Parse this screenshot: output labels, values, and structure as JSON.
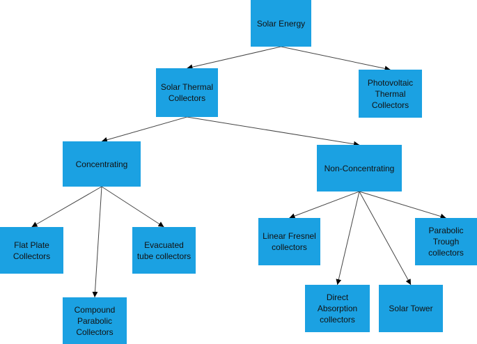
{
  "nodes": {
    "solar_energy": "Solar Energy",
    "solar_thermal": "Solar Thermal\nCollectors",
    "photovoltaic_thermal": "Photovoltaic\nThermal\nCollectors",
    "concentrating": "Concentrating",
    "non_concentrating": "Non-Concentrating",
    "flat_plate": "Flat Plate\nCollectors",
    "evacuated_tube": "Evacuated\ntube collectors",
    "compound_parabolic": "Compound\nParabolic\nCollectors",
    "linear_fresnel": "Linear Fresnel\ncollectors",
    "parabolic_trough": "Parabolic\nTrough\ncollectors",
    "direct_absorption": "Direct\nAbsorption\ncollectors",
    "solar_tower": "Solar Tower"
  },
  "edges": [
    [
      "solar_energy",
      "solar_thermal"
    ],
    [
      "solar_energy",
      "photovoltaic_thermal"
    ],
    [
      "solar_thermal",
      "concentrating"
    ],
    [
      "solar_thermal",
      "non_concentrating"
    ],
    [
      "concentrating",
      "flat_plate"
    ],
    [
      "concentrating",
      "compound_parabolic"
    ],
    [
      "concentrating",
      "evacuated_tube"
    ],
    [
      "non_concentrating",
      "linear_fresnel"
    ],
    [
      "non_concentrating",
      "direct_absorption"
    ],
    [
      "non_concentrating",
      "solar_tower"
    ],
    [
      "non_concentrating",
      "parabolic_trough"
    ]
  ],
  "colors": {
    "node_fill": "#1ba1e2",
    "edge": "#444444",
    "text": "#111111"
  }
}
